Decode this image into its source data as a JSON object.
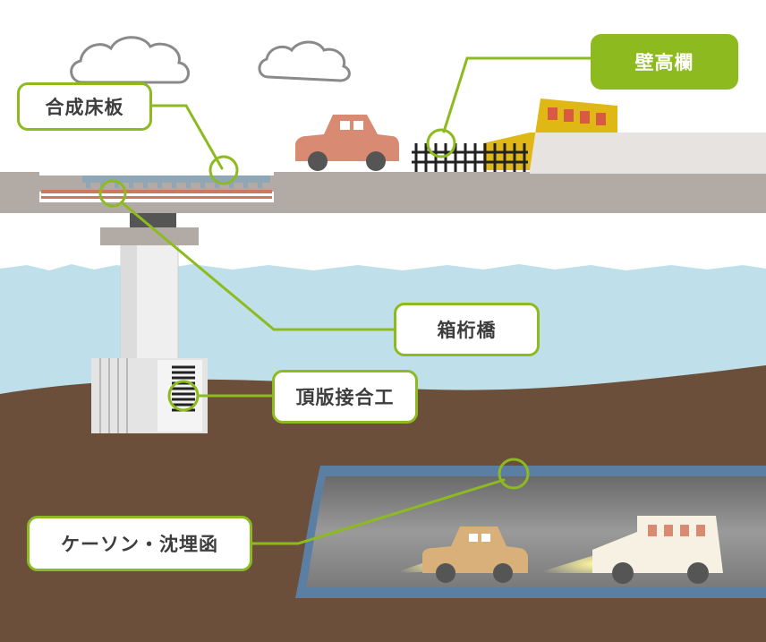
{
  "labels": {
    "composite_deck": "合成床板",
    "parapet": "壁高欄",
    "box_girder": "箱桁橋",
    "top_slab_joint": "頂版接合工",
    "caisson_immersed": "ケーソン・沈埋函"
  },
  "colors": {
    "accent": "#8dbb1f",
    "water": "#bfe0ea",
    "ground": "#6b4f3a",
    "tunnel_blue": "#5b7fa3",
    "road_grey": "#b2aaa5",
    "label_text": "#3d3d3d"
  }
}
